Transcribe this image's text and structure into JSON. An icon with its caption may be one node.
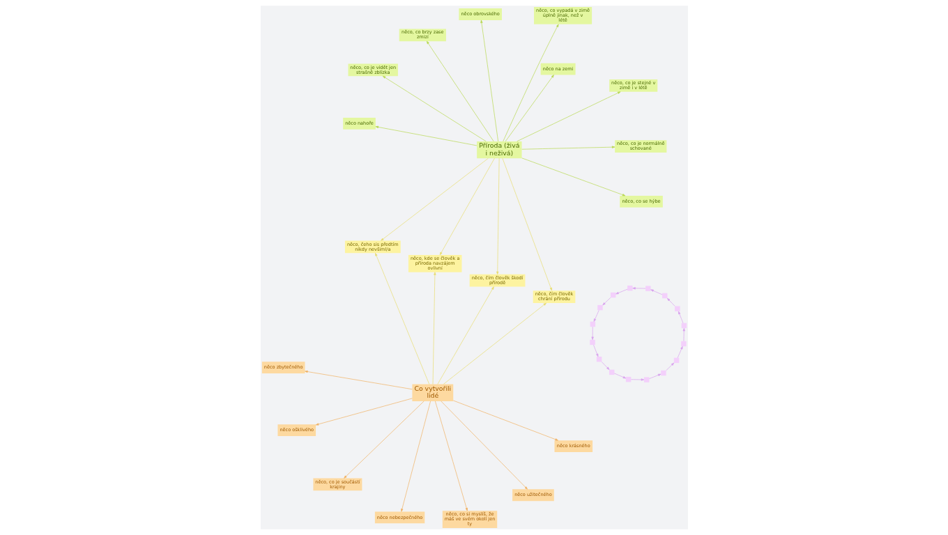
{
  "diagram": {
    "nodes": [
      {
        "text": [
          "Co vytvořili lidé"
        ]
      },
      {
        "text": [
          "něco užitečného"
        ]
      },
      {
        "text": [
          "něco nebezpečného"
        ]
      },
      {
        "text": [
          "něco zbytečného"
        ]
      },
      {
        "text": [
          "něco krásného"
        ]
      },
      {
        "text": [
          "něco ošklivého"
        ]
      },
      {
        "text": [
          "něco, co je součástí krajiny"
        ]
      },
      {
        "text": [
          "něco, co si myslíš, že máš ve svém okolí jen ty"
        ]
      },
      {
        "text": [
          "něco, kde se člověk a příroda navzájem ovlivní"
        ]
      },
      {
        "text": [
          "něco, čím člověk chrání přírodu"
        ]
      },
      {
        "text": [
          "něco, čím člověk škodí přírodě"
        ]
      },
      {
        "text": [
          "něco, čeho sis předtím nikdy nevšiml/a"
        ]
      },
      {
        "text": [
          "Příroda (živá i neživá)"
        ]
      },
      {
        "text": [
          "něco, co je stejné v zimě i v létě"
        ]
      },
      {
        "text": [
          "něco, co vypadá v zimě úplně jinak, než v létě"
        ]
      },
      {
        "text": [
          "něco, co je normálně schované"
        ]
      },
      {
        "text": [
          "něco, co se hýbe"
        ]
      },
      {
        "text": [
          "něco, co brzy zase zmizí"
        ]
      },
      {
        "text": [
          "něco, co je vidět jen strašně zblízka"
        ]
      },
      {
        "text": [
          "něco obrovského"
        ]
      },
      {
        "text": [
          "něco na zemi"
        ]
      },
      {
        "text": [
          "něco nahoře"
        ]
      },
      {
        "text": [],
        "shape": "box"
      },
      {
        "text": [],
        "shape": "box"
      },
      {
        "text": [],
        "shape": "box"
      },
      {
        "text": [],
        "shape": "box"
      },
      {
        "text": [],
        "shape": "box"
      },
      {
        "text": [],
        "shape": "box"
      },
      {
        "text": [],
        "shape": "box"
      },
      {
        "text": [],
        "shape": "box"
      },
      {
        "text": [],
        "shape": "box"
      },
      {
        "text": [],
        "shape": "box"
      },
      {
        "text": [],
        "shape": "box"
      },
      {
        "text": [],
        "shape": "box"
      },
      {
        "text": [],
        "shape": "box"
      },
      {
        "text": [],
        "shape": "box"
      },
      {
        "text": [],
        "shape": "box"
      },
      {
        "text": [],
        "shape": "box"
      }
    ],
    "edges": [
      {
        "from": 0,
        "to": 1,
        "arrow": "to",
        "color": "#f0b060"
      },
      {
        "from": 0,
        "to": 2,
        "arrow": "to",
        "color": "#f0b060"
      },
      {
        "from": 0,
        "to": 3,
        "arrow": "to",
        "color": "#f0b060"
      },
      {
        "from": 0,
        "to": 4,
        "arrow": "to",
        "color": "#f0b060"
      },
      {
        "from": 0,
        "to": 5,
        "arrow": "to",
        "color": "#f0b060"
      },
      {
        "from": 0,
        "to": 6,
        "arrow": "to",
        "color": "#f0b060"
      },
      {
        "from": 0,
        "to": 7,
        "arrow": "to",
        "color": "#f0b060"
      },
      {
        "from": 0,
        "to": 8,
        "arrow": "to",
        "color": "#e8dc70"
      },
      {
        "from": 0,
        "to": 9,
        "arrow": "to",
        "color": "#e8dc70"
      },
      {
        "from": 0,
        "to": 10,
        "arrow": "to",
        "color": "#e8dc70"
      },
      {
        "from": 0,
        "to": 11,
        "arrow": "to",
        "color": "#e8dc70"
      },
      {
        "from": 12,
        "to": 8,
        "arrow": "to",
        "color": "#e8dc70"
      },
      {
        "from": 12,
        "to": 9,
        "arrow": "to",
        "color": "#e8dc70"
      },
      {
        "from": 12,
        "to": 10,
        "arrow": "to",
        "color": "#e8dc70"
      },
      {
        "from": 12,
        "to": 11,
        "arrow": "to",
        "color": "#e8dc70"
      },
      {
        "from": 12,
        "to": 13,
        "arrow": "to",
        "color": "#b8d850"
      },
      {
        "from": 12,
        "to": 14,
        "arrow": "to",
        "color": "#b8d850"
      },
      {
        "from": 12,
        "to": 15,
        "arrow": "to",
        "color": "#b8d850"
      },
      {
        "from": 12,
        "to": 16,
        "arrow": "to",
        "color": "#b8d850"
      },
      {
        "from": 12,
        "to": 17,
        "arrow": "to",
        "color": "#b8d850"
      },
      {
        "from": 12,
        "to": 18,
        "arrow": "to",
        "color": "#b8d850"
      },
      {
        "from": 12,
        "to": 19,
        "arrow": "to",
        "color": "#b8d850"
      },
      {
        "from": 12,
        "to": 20,
        "arrow": "to",
        "color": "#b8d850"
      },
      {
        "from": 12,
        "to": 21,
        "arrow": "to",
        "color": "#b8d850"
      },
      {
        "from": 22,
        "to": 23,
        "arrow": "to"
      },
      {
        "from": 23,
        "to": 24,
        "arrow": "to"
      },
      {
        "from": 24,
        "to": 25,
        "arrow": "to"
      },
      {
        "from": 25,
        "to": 26,
        "arrow": "to"
      },
      {
        "from": 26,
        "to": 27,
        "arrow": "to"
      },
      {
        "from": 27,
        "to": 28,
        "arrow": "to"
      },
      {
        "from": 28,
        "to": 29,
        "arrow": "to"
      },
      {
        "from": 29,
        "to": 30,
        "arrow": "to"
      },
      {
        "from": 30,
        "to": 31,
        "arrow": "to"
      },
      {
        "from": 31,
        "to": 32,
        "arrow": "to"
      },
      {
        "from": 32,
        "to": 33,
        "arrow": "to"
      },
      {
        "from": 33,
        "to": 34,
        "arrow": "to"
      },
      {
        "from": 34,
        "to": 35,
        "arrow": "to"
      },
      {
        "from": 35,
        "to": 36,
        "arrow": "to"
      },
      {
        "from": 36,
        "to": 37,
        "arrow": "to"
      },
      {
        "from": 37,
        "to": 22,
        "arrow": "to"
      }
    ]
  }
}
